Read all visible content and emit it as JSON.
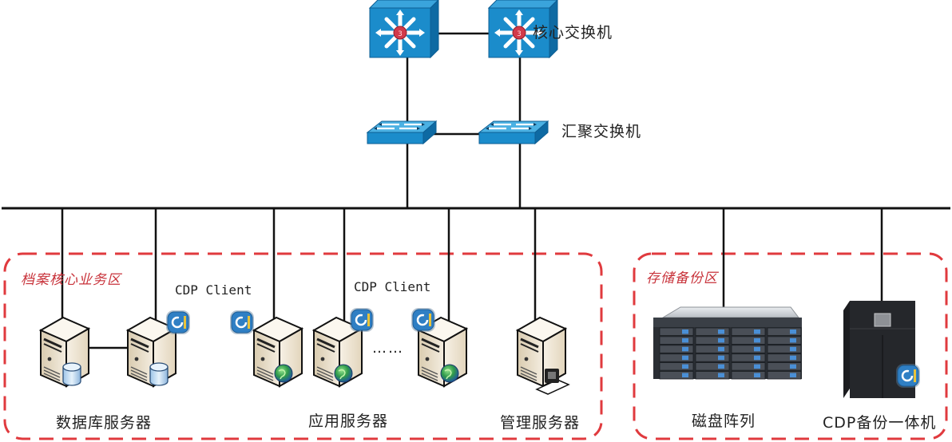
{
  "title": "CDP network backup topology",
  "colors": {
    "switch_blue": "#1b8ccb",
    "switch_dark": "#0f6aa3",
    "link": "#111111",
    "zone_border": "#e03a3e",
    "zone_label": "#c8323a",
    "server_body": "#efe6d3",
    "cdp_badge": "#2f7fc4"
  },
  "core": {
    "label": "核心交换机"
  },
  "aggregation": {
    "label": "汇聚交换机"
  },
  "zones": [
    {
      "id": "business",
      "label": "档案核心业务区"
    },
    {
      "id": "storage",
      "label": "存储备份区"
    }
  ],
  "client_labels": [
    "CDP Client",
    "CDP Client"
  ],
  "ellipsis": "……",
  "groups": {
    "db_servers": "数据库服务器",
    "app_servers": "应用服务器",
    "mgmt_server": "管理服务器",
    "disk_array": "磁盘阵列",
    "cdp_appliance": "CDP备份一体机"
  }
}
